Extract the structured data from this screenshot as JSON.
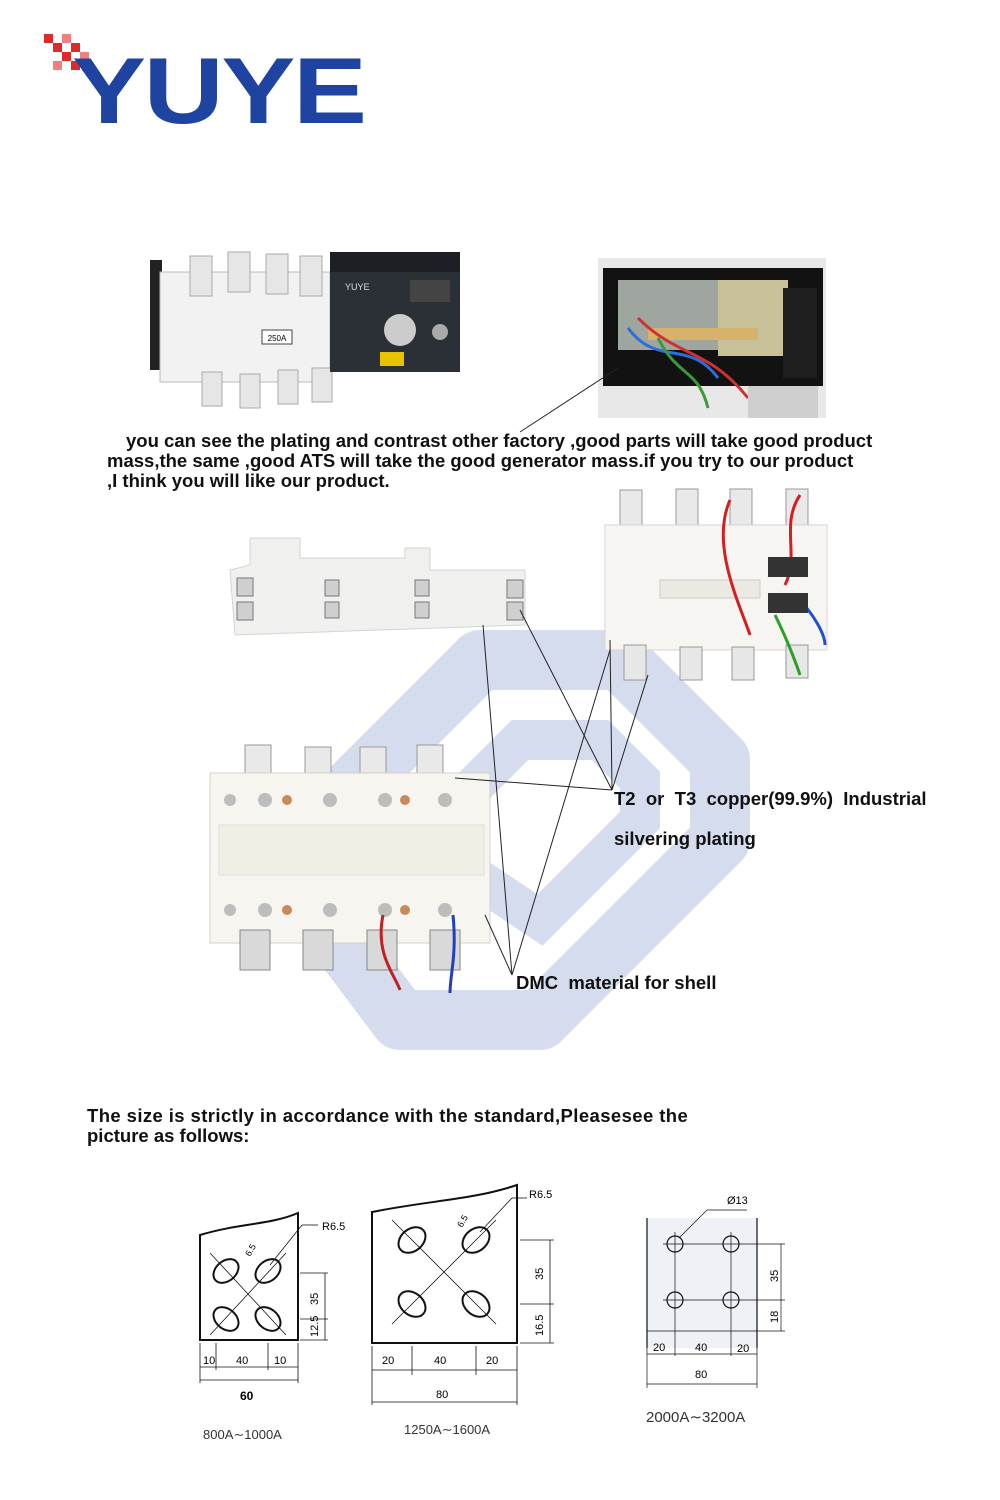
{
  "logo": {
    "text": "YUYE",
    "colors": {
      "blue": "#1f43a0",
      "red": "#e02a2a",
      "pink": "#f08080"
    }
  },
  "product_photo": {
    "rating_label": "250A",
    "brand_label": "YUYE"
  },
  "intro": {
    "line1": "you can see the plating and contrast other factory ,good parts will take good product",
    "line2": "mass,the same ,good ATS will take the good generator mass.if you try to our product",
    "line3": ",I think you will like our product."
  },
  "callouts": {
    "copper_line1": "T2  or  T3  copper(99.9%)  Industrial",
    "copper_line2": "silvering plating",
    "shell": "DMC  material for shell"
  },
  "size_note": {
    "line1": "The size is strictly in accordance with the standard,Pleasesee the",
    "line2": "picture as follows:"
  },
  "drawings": [
    {
      "caption": "800A∼1000A",
      "radius": "R6.5",
      "slot": "6.5",
      "vertical_dims": [
        "35",
        "12.5"
      ],
      "horizontal_dims": [
        "10",
        "40",
        "10"
      ],
      "total": "60"
    },
    {
      "caption": "1250A∼1600A",
      "radius": "R6.5",
      "slot": "6.5",
      "vertical_dims": [
        "35",
        "16.5"
      ],
      "horizontal_dims": [
        "20",
        "40",
        "20"
      ],
      "total": "80"
    },
    {
      "caption": "2000A∼3200A",
      "hole": "Ø13",
      "vertical_dims": [
        "35",
        "18"
      ],
      "horizontal_dims": [
        "20",
        "40",
        "20"
      ],
      "total": "80"
    }
  ]
}
